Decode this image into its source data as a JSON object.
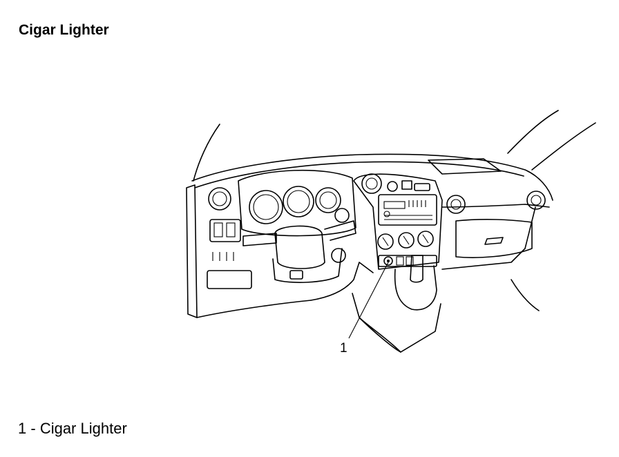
{
  "title": "Cigar Lighter",
  "callout": {
    "number": "1"
  },
  "legend": [
    {
      "number": "1",
      "separator": " - ",
      "label": "Cigar Lighter"
    }
  ]
}
